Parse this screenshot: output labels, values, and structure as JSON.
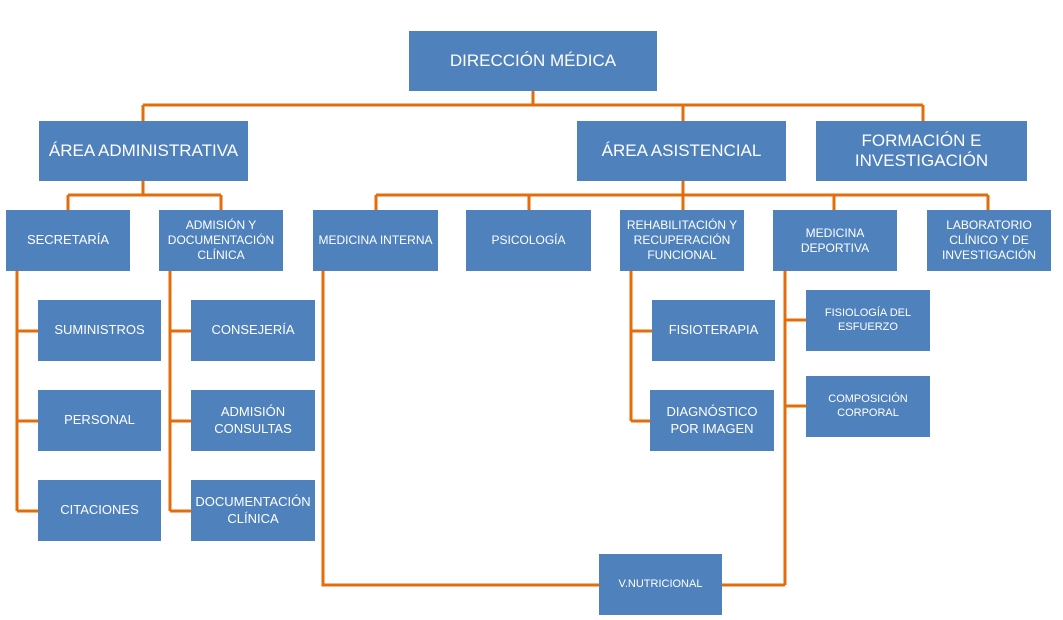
{
  "colors": {
    "box": "#4f81bd",
    "connector": "#e46c0a",
    "text": "#ffffff"
  },
  "nodes": {
    "direccion": "DIRECCIÓN MÉDICA",
    "area_administrativa": "ÁREA ADMINISTRATIVA",
    "area_asistencial": "ÁREA ASISTENCIAL",
    "formacion": "FORMACIÓN E INVESTIGACIÓN",
    "secretaria": "SECRETARÍA",
    "admision_documentacion": "ADMISIÓN Y DOCUMENTACIÓN CLÍNICA",
    "medicina_interna": "MEDICINA INTERNA",
    "psicologia": "PSICOLOGÍA",
    "rehabilitacion": "REHABILITACIÓN Y RECUPERACIÓN FUNCIONAL",
    "medicina_deportiva": "MEDICINA DEPORTIVA",
    "laboratorio": "LABORATORIO CLÍNICO Y DE INVESTIGACIÓN",
    "suministros": "SUMINISTROS",
    "personal": "PERSONAL",
    "citaciones": "CITACIONES",
    "consejeria": "CONSEJERÍA",
    "admision_consultas": "ADMISIÓN CONSULTAS",
    "documentacion_clinica": "DOCUMENTACIÓN CLÍNICA",
    "fisioterapia": "FISIOTERAPIA",
    "diagnostico": "DIAGNÓSTICO POR IMAGEN",
    "fisiologia": "FISIOLOGÍA DEL ESFUERZO",
    "composicion": "COMPOSICIÓN CORPORAL",
    "nutricional": "V.NUTRICIONAL"
  }
}
